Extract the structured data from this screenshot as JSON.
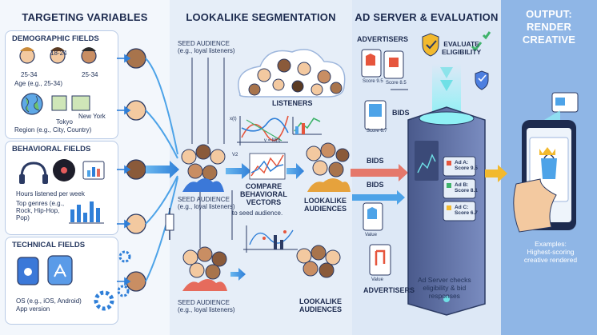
{
  "panels": {
    "targeting": "TARGETING VARIABLES",
    "lookalike": "LOOKALIKE SEGMENTATION",
    "adserver": "AD SERVER & EVALUATION",
    "output": "OUTPUT:\nRENDER CREATIVE"
  },
  "demographic": {
    "title": "DEMOGRAPHIC FIELDS",
    "ages": [
      "25-34",
      "18-24",
      "25-34"
    ],
    "age_label": "Age (e.g., 25-34)",
    "cities": [
      "Tokyo",
      "New York"
    ],
    "region_label": "Region (e.g., City, Country)"
  },
  "behavioral": {
    "title": "BEHAVIORAL FIELDS",
    "hours_label": "Hours listened per week",
    "genres_label": "Top genres (e.g., Rock, Hip-Hop, Pop)"
  },
  "technical": {
    "title": "TECHNICAL FIELDS",
    "os_label": "OS (e.g., iOS, Android)",
    "version_label": "App version"
  },
  "lookalike": {
    "seed_top": "SEED AUDIENCE\n(e.g., loyal listeners)",
    "listeners": "LISTENERS",
    "seed_mid": "SEED AUDIENCE\n(e.g., loyal listeners)",
    "compare": "COMPARE\nBEHAVIORAL\nVECTORS",
    "compare_sub": "to seed audience.",
    "lookalike_mid": "LOOKALIKE\nAUDIENCES",
    "seed_bottom": "SEED AUDIENCE\n(e.g., loyal listeners)",
    "lookalike_bottom": "LOOKALIKE\nAUDIENCES",
    "vec_labels": [
      "x(t)",
      "V2",
      "v = M(t)"
    ]
  },
  "adserver": {
    "advertisers_top": "ADVERTISERS",
    "evaluate": "EVALUATE\nELIGIBILITY",
    "bids_top": "BIDS",
    "bids_mid": "BIDS",
    "bids_low": "BIDS",
    "scores": [
      "Score 9.5",
      "Score 8.5",
      "Score 6.7"
    ],
    "ads": [
      "Ad A:\nScore 9.5",
      "Ad B:\nScore 8.1",
      "Ad C:\nScore 6.7"
    ],
    "value_labels": [
      "Value",
      "Value"
    ],
    "advertisers_bottom": "ADVERTISERS",
    "checks": "Ad Server checks\neligibility & bid\nresponses"
  },
  "output": {
    "examples": "Examples:\nHighest-scoring\ncreative rendered"
  },
  "colors": {
    "accent": "#2f7fd8",
    "arrow": "#4da3e8",
    "server": "#5b6ea0",
    "check_green": "#3fb36b"
  }
}
